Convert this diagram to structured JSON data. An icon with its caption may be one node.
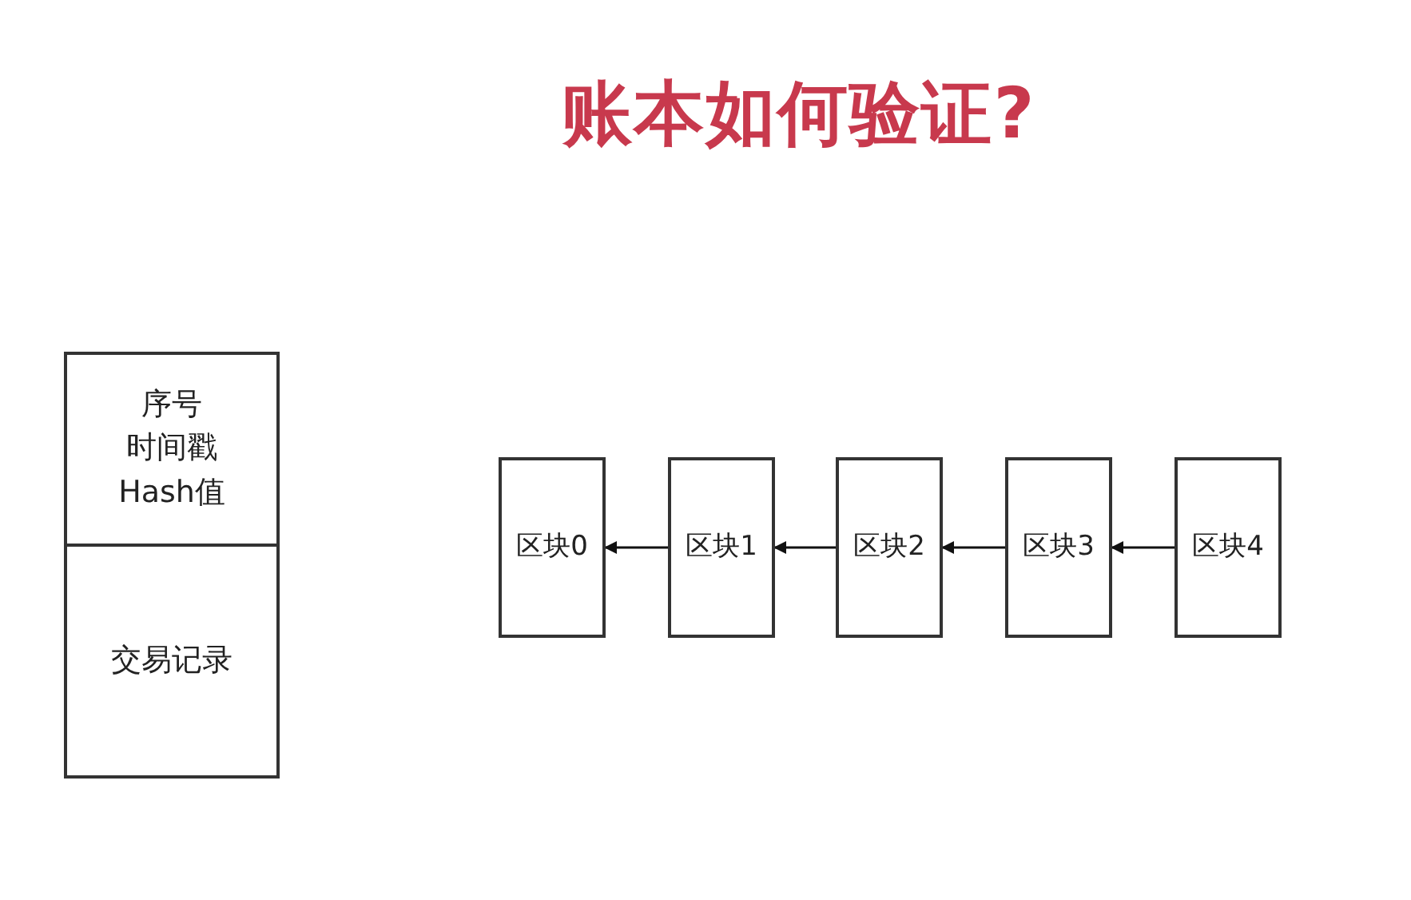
{
  "diagram": {
    "title": "账本如何验证?",
    "nodes": [
      {
        "text": [
          "序号",
          "时间戳",
          "Hash值"
        ]
      },
      {
        "text": [
          "交易记录"
        ]
      },
      {
        "text": [
          "区块0"
        ]
      },
      {
        "text": [
          "区块1"
        ]
      },
      {
        "text": [
          "区块2"
        ]
      },
      {
        "text": [
          "区块3"
        ]
      },
      {
        "text": [
          "区块4"
        ]
      }
    ],
    "edges": [
      {
        "from": 3,
        "to": 2,
        "arrow": "to"
      },
      {
        "from": 4,
        "to": 3,
        "arrow": "to"
      },
      {
        "from": 5,
        "to": 4,
        "arrow": "to"
      },
      {
        "from": 6,
        "to": 5,
        "arrow": "to"
      }
    ]
  }
}
